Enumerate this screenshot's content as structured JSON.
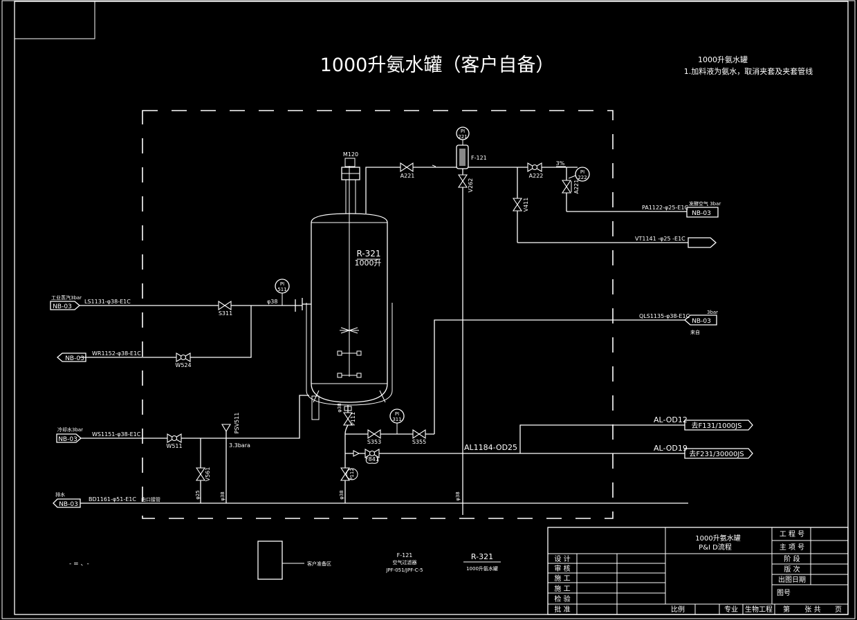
{
  "drawing": {
    "title": "1000升氨水罐（客户自备）",
    "note_title": "1000升氨水罐",
    "note_line": "1.加料液为氨水，取消夹套及夹套管线"
  },
  "vessel": {
    "tag": "R-321",
    "capacity": "1000升",
    "motor": "M120"
  },
  "filter": {
    "tag": "F-121"
  },
  "instruments": [
    {
      "tag": "PI",
      "no": "221"
    },
    {
      "tag": "PI",
      "no": "222"
    },
    {
      "tag": "PI",
      "no": "511"
    },
    {
      "tag": "PI",
      "no": "311"
    }
  ],
  "valves": {
    "a221": "A221",
    "v262": "V262",
    "a222": "A222",
    "a221b": "A221",
    "v411": "V411",
    "s311": "S311",
    "w524": "W524",
    "w511": "W511",
    "psv511": "PSV511",
    "v561": "V561",
    "p111": "P111",
    "s353": "S353",
    "s355": "S355",
    "f841": "F841",
    "p112": "P112"
  },
  "labels": {
    "pct": "3%",
    "d38_a": "φ38",
    "d38_b": "φ38",
    "d38_c": "φ38",
    "d38_d": "φ38",
    "d38_e": "φ38",
    "d25": "φ25",
    "psv_set": "3.3bara",
    "drain_note": "由口接管",
    "al1184": "AL1184-OD25"
  },
  "lines": {
    "ls1131": "LS1131-φ38-E1C",
    "wr1152": "WR1152-φ38-E1C",
    "ws1151": "WS1151-φ38-E1C",
    "bd1161": "BD1161-φ51-E1C",
    "pa1122": "PA1122-φ25-E1C",
    "vt1141": "VT1141 -φ25  -E1C",
    "qls1135": "QLS1135-φ38-E1C"
  },
  "offpage": {
    "nb03": "NB-03",
    "steam_label": "工业蒸汽3bar",
    "cooling_label": "冷却水3bar",
    "drain_label": "排水",
    "air_label": "发酵空气 3bar",
    "ql_pressure": "3bar",
    "ql_from": "来自",
    "al_od12": "AL-OD12",
    "al_od19": "AL-OD19",
    "to_f131": "去F131/1000JS",
    "to_f231": "去F231/30000JS"
  },
  "legend": {
    "customer_area": "客户准备区",
    "filter_tag": "F-121",
    "filter_name": "空气过滤器",
    "filter_model": "JPF-051/JPF-C-5",
    "vessel_tag": "R-321",
    "vessel_name": "1000升氨水罐",
    "stray_marks": "- = 、-"
  },
  "title_block": {
    "drawing_name": "1000升氨水罐",
    "drawing_type": "P&I D流程",
    "project_no": "工 程 号",
    "item_no": "主 项 号",
    "stage": "阶      段",
    "revision": "版      次",
    "issue_date": "出图日期",
    "drawing_no": "图号",
    "design": "设  计",
    "check": "审  核",
    "construct1": "施  工",
    "construct2": "施  工",
    "verify": "检  验",
    "approve": "批  准",
    "scale": "比例",
    "discipline": "专业",
    "discipline_value": "生物工程",
    "sheet_no": "第",
    "sheet_total": "张  共",
    "page": "页"
  }
}
